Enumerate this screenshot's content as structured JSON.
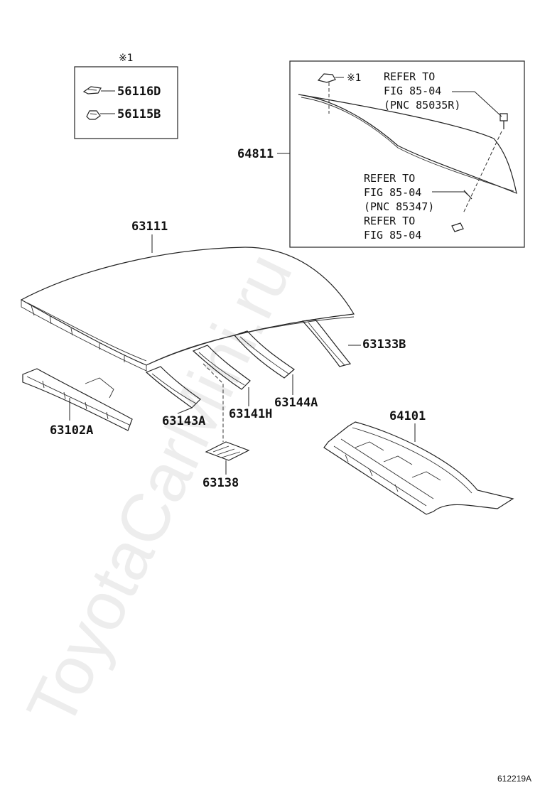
{
  "watermark": "ToyotaCarMini.ru",
  "figure_id": "612219A",
  "clip_box": {
    "note_mark": "※1",
    "parts": [
      {
        "number": "56116D"
      },
      {
        "number": "56115B"
      }
    ]
  },
  "glass_box": {
    "note_mark": "※1",
    "part_number": "64811",
    "refs": [
      {
        "line1": "REFER TO",
        "line2": "FIG 85-04",
        "line3": "(PNC 85035R)"
      },
      {
        "line1": "REFER TO",
        "line2": "FIG 85-04",
        "line3": "(PNC 85347)"
      },
      {
        "line1": "REFER TO",
        "line2": "FIG 85-04"
      }
    ]
  },
  "parts": {
    "roof_panel": "63111",
    "rail_rear": "63133B",
    "front_header": "63102A",
    "bow_1": "63143A",
    "bow_2": "63141H",
    "bow_3": "63144A",
    "reinforcement": "63138",
    "package_tray": "64101"
  }
}
